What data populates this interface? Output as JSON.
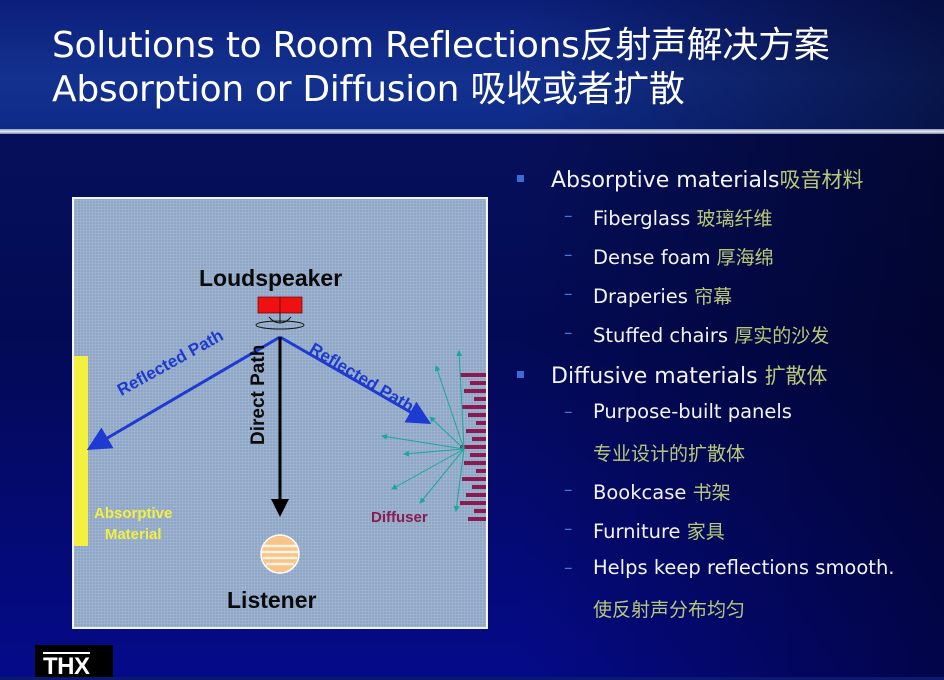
{
  "slide": {
    "title_line1_en": "Solutions to Room Reflections",
    "title_line1_cn": "反射声解决方案",
    "title_line2_en": "Absorption or Diffusion ",
    "title_line2_cn": "吸收或者扩散"
  },
  "diagram": {
    "labels": {
      "loudspeaker": "Loudspeaker",
      "listener": "Listener",
      "direct_path": "Direct Path",
      "reflected_path_left": "Reflected Path",
      "reflected_path_right": "Reflected Path",
      "absorptive_line1": "Absorptive",
      "absorptive_line2": "Material",
      "diffuser": "Diffuser"
    },
    "colors": {
      "background": "#8fa7c6",
      "reflected_path": "#1e3ad0",
      "absorptive": "#f4f040",
      "diffuser": "#8a1a50",
      "scatter_arrows": "#1aa89a",
      "speaker": "#ee1111"
    }
  },
  "bullets": [
    {
      "en": "Absorptive materials",
      "cn": "吸音材料",
      "children": [
        {
          "en": "Fiberglass ",
          "cn": "玻璃纤维"
        },
        {
          "en": "Dense foam ",
          "cn": "厚海绵"
        },
        {
          "en": "Draperies ",
          "cn": "帘幕"
        },
        {
          "en": "Stuffed chairs ",
          "cn": "厚实的沙发"
        }
      ]
    },
    {
      "en": "Diffusive materials ",
      "cn": "扩散体",
      "children": [
        {
          "en": "Purpose-built panels",
          "cn": "专业设计的扩散体"
        },
        {
          "en": "Bookcase ",
          "cn": "书架"
        },
        {
          "en": "Furniture ",
          "cn": "家具"
        },
        {
          "en": "Helps keep reflections smooth.",
          "cn": "使反射声分布均匀"
        }
      ]
    }
  ],
  "logo": {
    "text": "THX"
  }
}
